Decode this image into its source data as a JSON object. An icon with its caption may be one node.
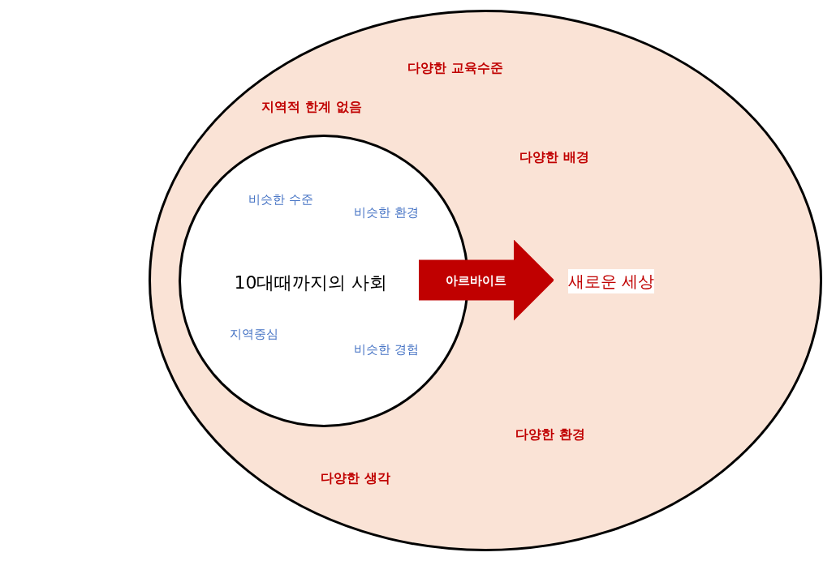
{
  "diagram": {
    "nodes": [
      {
        "text": [
          "다양한 교육수준",
          "지역적 한계 없음",
          "다양한 배경",
          "다양한 환경",
          "다양한 생각"
        ]
      },
      {
        "text": [
          "비슷한 수준",
          "비슷한 환경",
          "10대때까지의 사회",
          "지역중심",
          "비슷한 경험"
        ],
        "in": 0
      },
      {
        "text": [
          "새로운 세상"
        ],
        "in": 0
      }
    ],
    "edges": [
      {
        "from": 1,
        "to": 2,
        "arrow": "to",
        "label": "아르바이트"
      }
    ]
  }
}
